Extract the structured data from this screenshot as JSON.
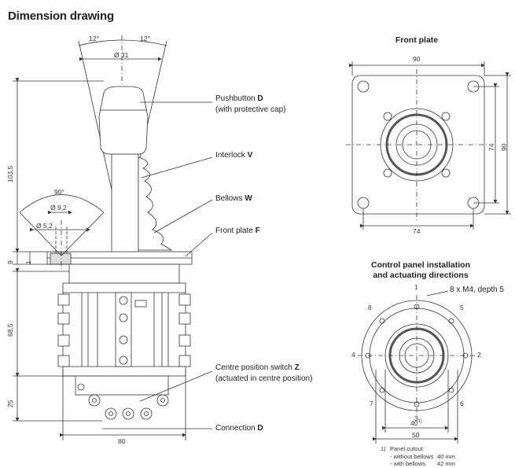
{
  "title": "Dimension drawing",
  "front_plate": {
    "title": "Front plate",
    "dims": {
      "top": "90",
      "right_outer": "90",
      "right_inner": "74",
      "bottom": "74"
    }
  },
  "control_panel": {
    "title_line1": "Control panel installation",
    "title_line2": "and actuating directions",
    "thread_label": "8 x M4, depth 5",
    "directions": [
      "1",
      "2",
      "3",
      "4",
      "5",
      "6",
      "7",
      "8"
    ],
    "dims": {
      "inner": "40",
      "inner_note": "1)",
      "outer": "50"
    },
    "note": {
      "marker": "1)",
      "title": "Panel cutout:",
      "row1_label": "- without bellows",
      "row1_value": "40 mm",
      "row2_label": "- with bellows",
      "row2_value": "42 mm"
    }
  },
  "side_view": {
    "angle_left": "12°",
    "angle_right": "12°",
    "diameter_top": "Ø 31",
    "angle_90": "90°",
    "diameter_92": "Ø 9,2",
    "diameter_52": "Ø 5,2",
    "height_1035": "103,5",
    "height_9": "9",
    "height_1": "1",
    "height_685": "68,5",
    "height_25": "25",
    "width_80": "80"
  },
  "callouts": {
    "pushbutton": {
      "text": "Pushbutton ",
      "letter": "D",
      "sub": "(with protective cap)"
    },
    "interlock": {
      "text": "Interlock ",
      "letter": "V"
    },
    "bellows": {
      "text": "Bellows ",
      "letter": "W"
    },
    "front_plate": {
      "text": "Front plate ",
      "letter": "F"
    },
    "centre_switch": {
      "text": "Centre position switch ",
      "letter": "Z",
      "sub": "(actuated in centre position)"
    },
    "connection": {
      "text": "Connection ",
      "letter": "D"
    }
  }
}
